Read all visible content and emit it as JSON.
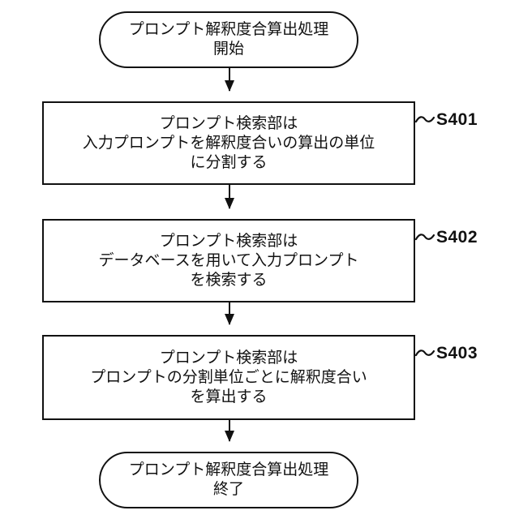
{
  "diagram": {
    "type": "flowchart",
    "colors": {
      "stroke": "#111111",
      "background": "#ffffff",
      "text": "#111111"
    },
    "start": {
      "line1": "プロンプト解釈度合算出処理",
      "line2": "開始"
    },
    "end": {
      "line1": "プロンプト解釈度合算出処理",
      "line2": "終了"
    },
    "steps": [
      {
        "id": "S401",
        "lines": [
          "プロンプト検索部は",
          "入力プロンプトを解釈度合いの算出の単位",
          "に分割する"
        ]
      },
      {
        "id": "S402",
        "lines": [
          "プロンプト検索部は",
          "データベースを用いて入力プロンプト",
          "を検索する"
        ]
      },
      {
        "id": "S403",
        "lines": [
          "プロンプト検索部は",
          "プロンプトの分割単位ごとに解釈度合い",
          "を算出する"
        ]
      }
    ],
    "icons": {
      "label_connector": "tilde-squiggle",
      "arrowhead": "solid-triangle-down"
    }
  }
}
